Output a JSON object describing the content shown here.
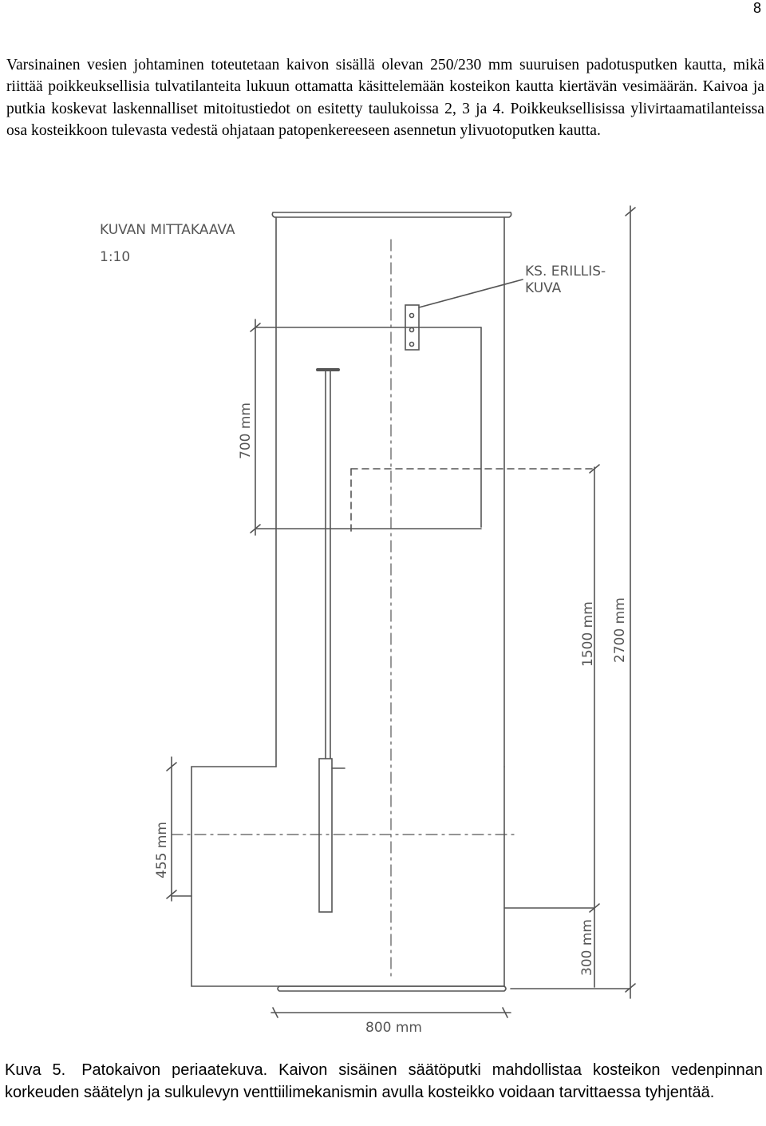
{
  "page": {
    "number": "8"
  },
  "body": {
    "paragraph": "Varsinainen vesien johtaminen toteutetaan kaivon sisällä olevan 250/230 mm suuruisen padotusputken kautta, mikä riittää poikkeuksellisia tulvatilanteita lukuun ottamatta käsittelemään kosteikon kautta kiertävän vesimäärän. Kaivoa ja putkia koskevat laskennalliset mitoitustiedot on esitetty taulukoissa 2, 3 ja 4. Poikkeuksellisissa ylivirtaamatilanteissa osa kosteikkoon tulevasta vedestä ohjataan patopenkereeseen asennetun ylivuotoputken kautta."
  },
  "drawing": {
    "scale_label_1": "KUVAN MITTAKAAVA",
    "scale_label_2": "1:10",
    "detail_note_1": "KS. ERILLIS-",
    "detail_note_2": "KUVA",
    "dim_700": "700 mm",
    "dim_455": "455 mm",
    "dim_1500": "1500 mm",
    "dim_2700": "2700 mm",
    "dim_300": "300 mm",
    "dim_800": "800 mm"
  },
  "caption": {
    "label": "Kuva 5.",
    "text": "Patokaivon periaatekuva. Kaivon sisäinen säätöputki mahdollistaa kosteikon vedenpinnan korkeuden säätelyn ja sulkulevyn venttiilimekanismin avulla kosteikko voidaan tarvittaessa tyhjentää."
  }
}
